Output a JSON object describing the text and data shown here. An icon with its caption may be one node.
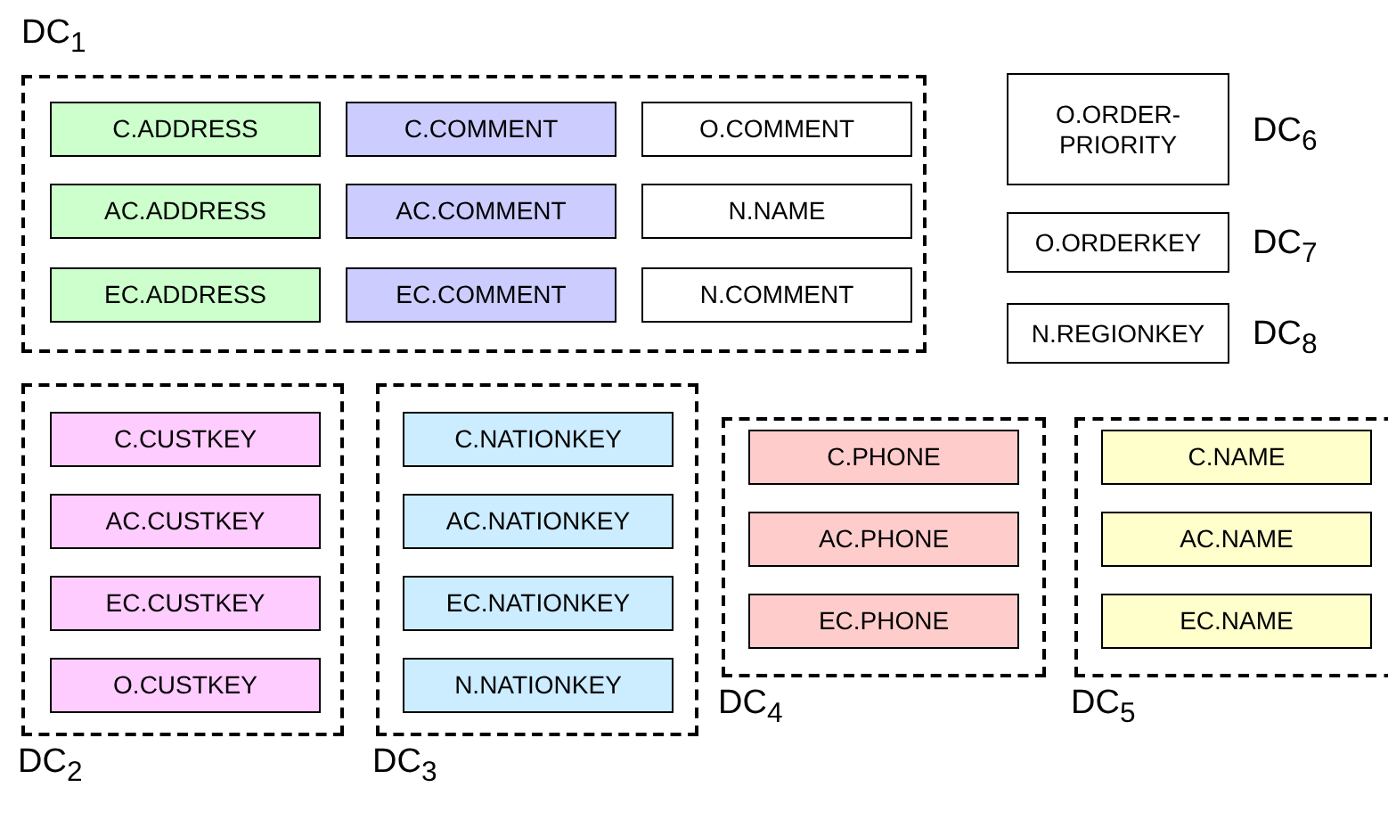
{
  "diagram": {
    "nodes": [
      {
        "text": [
          "DC$_{1}$"
        ]
      },
      {
        "text": [
          "C.ADDRESS"
        ],
        "in": 0
      },
      {
        "text": [
          "C.COMMENT"
        ],
        "in": 0
      },
      {
        "text": [
          "O.COMMENT"
        ],
        "in": 0
      },
      {
        "text": [
          "AC.ADDRESS"
        ],
        "in": 0
      },
      {
        "text": [
          "AC.COMMENT"
        ],
        "in": 0
      },
      {
        "text": [
          "N.NAME"
        ],
        "in": 0
      },
      {
        "text": [
          "EC.ADDRESS"
        ],
        "in": 0
      },
      {
        "text": [
          "EC.COMMENT"
        ],
        "in": 0
      },
      {
        "text": [
          "N.COMMENT"
        ],
        "in": 0
      },
      {
        "text": [
          "O.ORDER-PRIORITY"
        ],
        "beside": [
          "DC$_{6}$"
        ]
      },
      {
        "text": [
          "O.ORDERKEY"
        ],
        "beside": [
          "DC$_{7}$"
        ]
      },
      {
        "text": [
          "N.REGIONKEY"
        ],
        "beside": [
          "DC$_{8}$"
        ]
      },
      {
        "text": [
          "DC$_{2}$"
        ]
      },
      {
        "text": [
          "C.CUSTKEY"
        ],
        "in": 13
      },
      {
        "text": [
          "AC.CUSTKEY"
        ],
        "in": 13
      },
      {
        "text": [
          "EC.CUSTKEY"
        ],
        "in": 13
      },
      {
        "text": [
          "O.CUSTKEY"
        ],
        "in": 13
      },
      {
        "text": [
          "DC$_{3}$"
        ]
      },
      {
        "text": [
          "C.NATIONKEY"
        ],
        "in": 18
      },
      {
        "text": [
          "AC.NATIONKEY"
        ],
        "in": 18
      },
      {
        "text": [
          "EC.NATIONKEY"
        ],
        "in": 18
      },
      {
        "text": [
          "N.NATIONKEY"
        ],
        "in": 18
      },
      {
        "text": [
          "DC$_{4}$"
        ]
      },
      {
        "text": [
          "C.PHONE"
        ],
        "in": 23
      },
      {
        "text": [
          "AC.PHONE"
        ],
        "in": 23
      },
      {
        "text": [
          "EC.PHONE"
        ],
        "in": 23
      },
      {
        "text": [
          "DC$_{5}$"
        ]
      },
      {
        "text": [
          "C.NAME"
        ],
        "in": 27
      },
      {
        "text": [
          "AC.NAME"
        ],
        "in": 27
      },
      {
        "text": [
          "EC.NAME"
        ],
        "in": 27
      }
    ]
  }
}
